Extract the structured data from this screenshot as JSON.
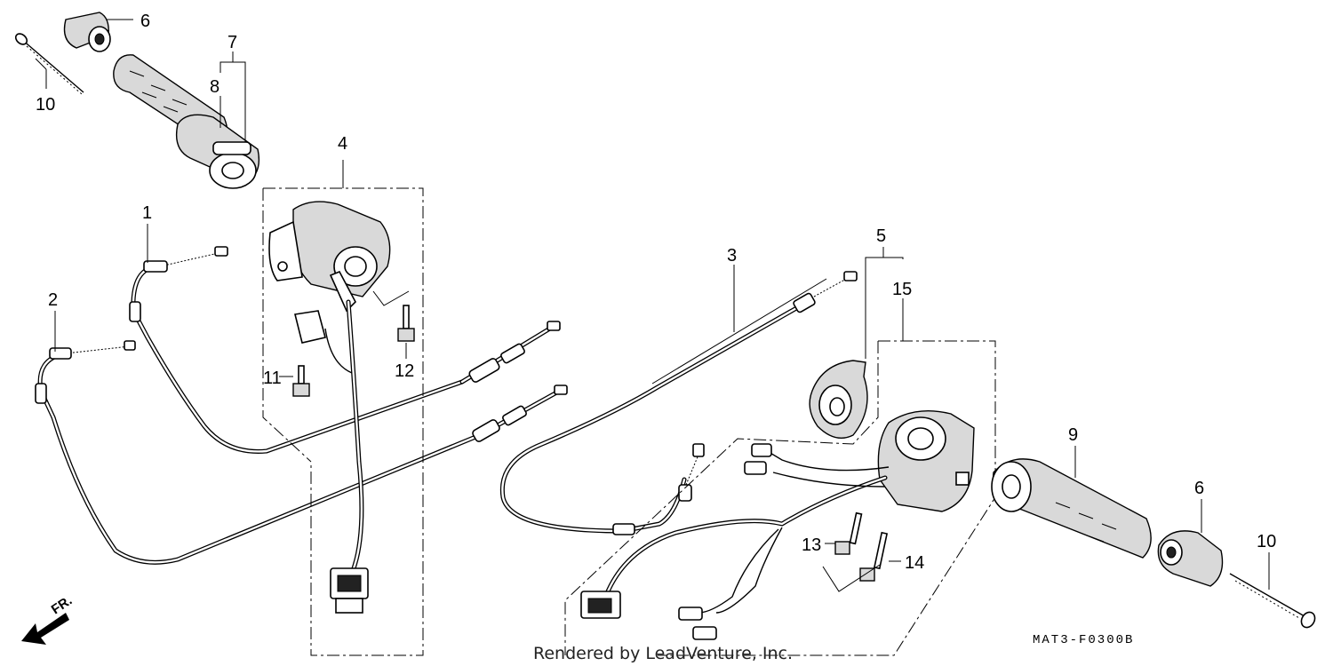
{
  "callouts": {
    "c1": "1",
    "c2": "2",
    "c3": "3",
    "c4": "4",
    "c5": "5",
    "c6a": "6",
    "c6b": "6",
    "c7": "7",
    "c8": "8",
    "c9": "9",
    "c10a": "10",
    "c10b": "10",
    "c11": "11",
    "c12": "12",
    "c13": "13",
    "c14": "14",
    "c15": "15"
  },
  "direction_label": "FR.",
  "diagram_code": "MAT3-F0300B",
  "credit": "Rendered by LeadVenture, Inc."
}
